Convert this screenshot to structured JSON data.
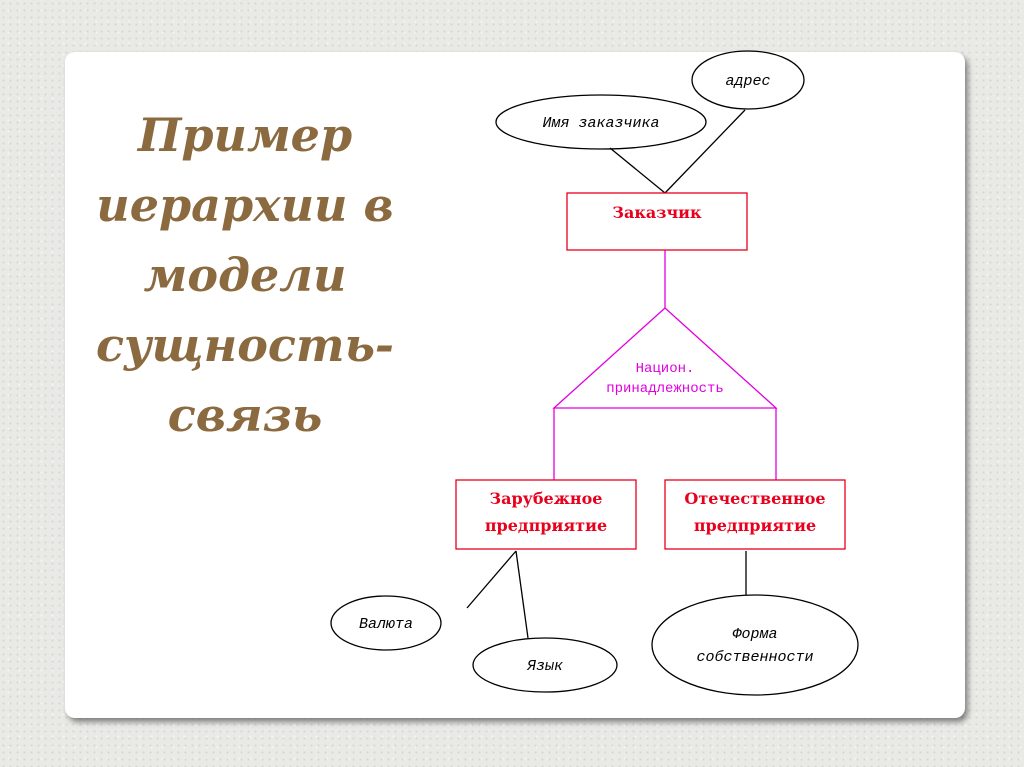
{
  "title": {
    "lines": [
      "Пример",
      "иерархии в",
      "модели",
      "сущность-",
      "связь"
    ]
  },
  "diagram": {
    "entities": {
      "customer": "Заказчик",
      "foreign": [
        "Зарубежное",
        "предприятие"
      ],
      "domestic": [
        "Отечественное",
        "предприятие"
      ]
    },
    "attributes": {
      "customer_name": "Имя заказчика",
      "address": "адрес",
      "currency": "Валюта",
      "language": "Язык",
      "ownership": [
        "Форма",
        "собственности"
      ]
    },
    "category": [
      "Национ.",
      "принадлежность"
    ],
    "colors": {
      "entity": "#e8001c",
      "category": "#e000e0",
      "attribute": "#000000"
    }
  }
}
